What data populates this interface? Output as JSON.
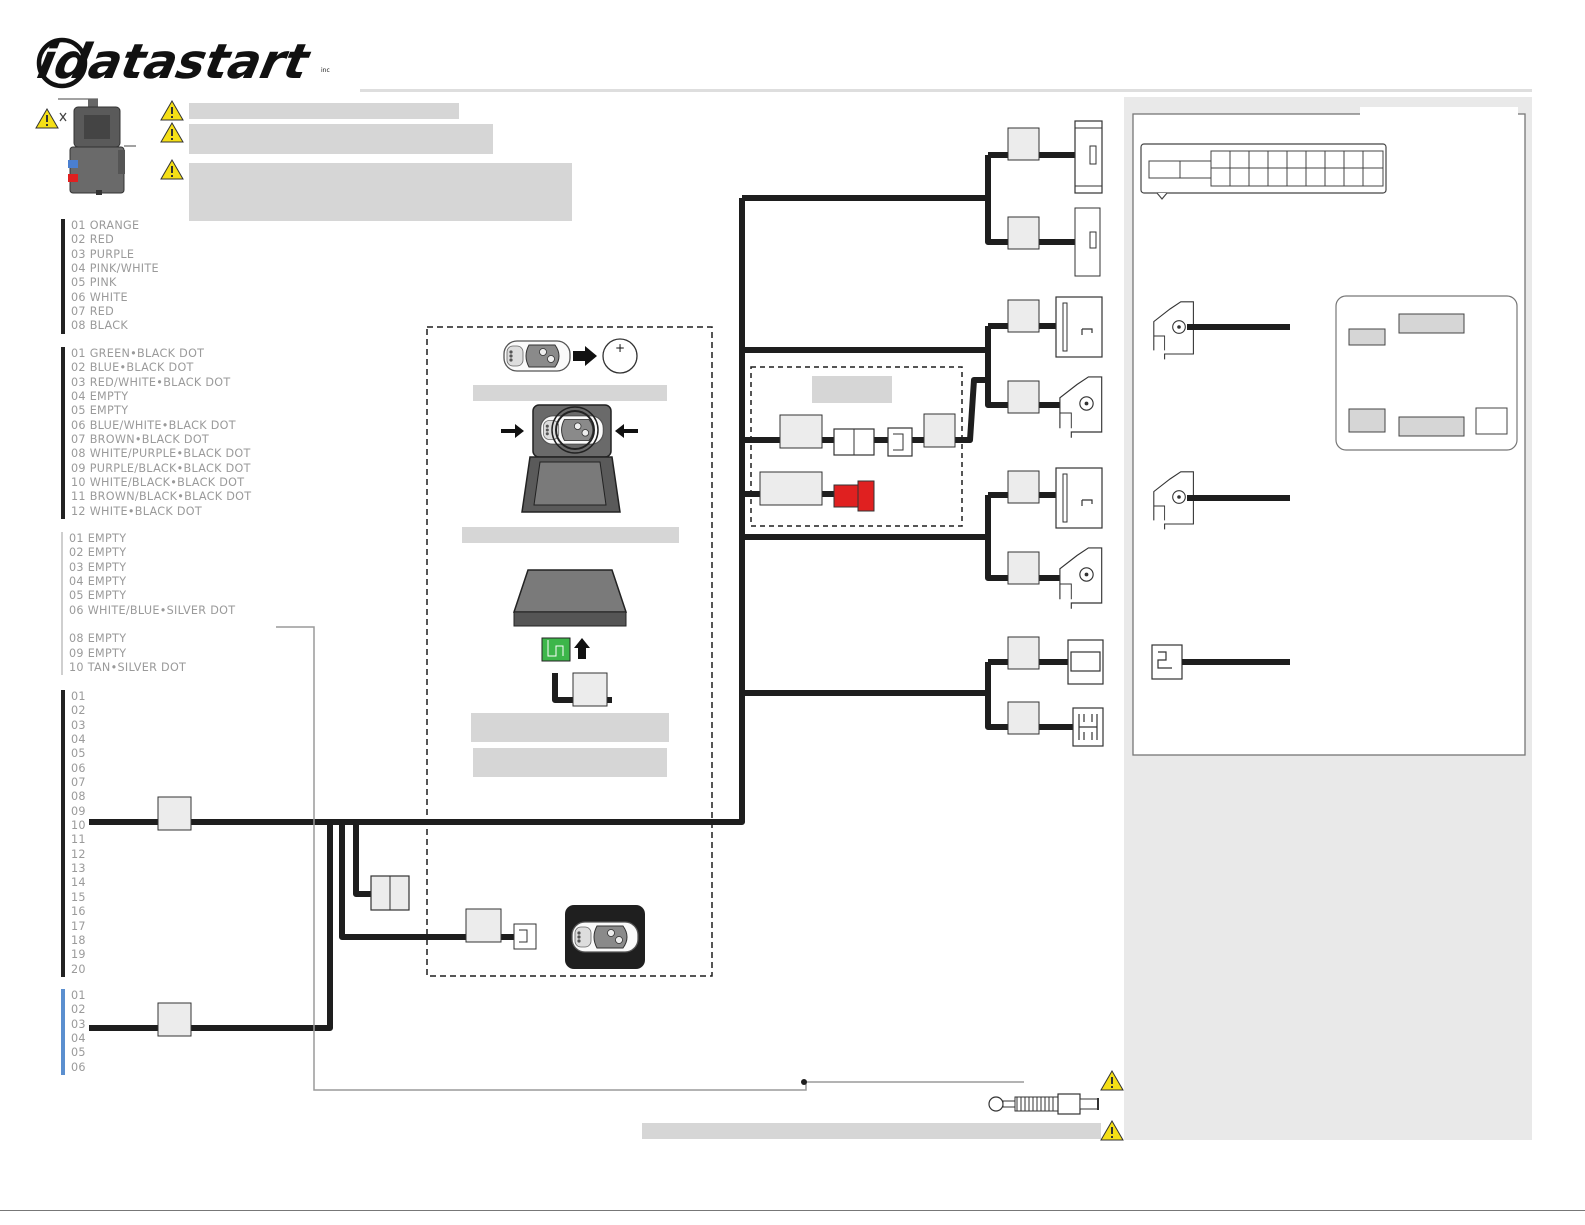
{
  "brand": {
    "logo_text": "idatastart",
    "logo_suffix": "inc"
  },
  "colors": {
    "harness": "#1e1e1e",
    "placeholder": "#d6d6d6",
    "side_panel": "#e9e9e9",
    "warning": "#f5df16",
    "red_connector": "#e02020",
    "green_connector": "#3db64a",
    "blue_bar": "#5b8fcf"
  },
  "connector_a": {
    "pins": [
      "01 ORANGE",
      "02 RED",
      "03 PURPLE",
      "04 PINK/WHITE",
      "05 PINK",
      "06 WHITE",
      "07 RED",
      "08 BLACK"
    ]
  },
  "connector_b": {
    "pins": [
      "01 GREEN•BLACK DOT",
      "02 BLUE•BLACK DOT",
      "03 RED/WHITE•BLACK DOT",
      "04 EMPTY",
      "05 EMPTY",
      "06 BLUE/WHITE•BLACK DOT",
      "07 BROWN•BLACK DOT",
      "08 WHITE/PURPLE•BLACK DOT",
      "09 PURPLE/BLACK•BLACK DOT",
      "10 WHITE/BLACK•BLACK DOT",
      "11 BROWN/BLACK•BLACK DOT",
      "12 WHITE•BLACK DOT"
    ]
  },
  "connector_c": {
    "pins": [
      "01 EMPTY",
      "02 EMPTY",
      "03 EMPTY",
      "04 EMPTY",
      "05 EMPTY",
      "06 WHITE/BLUE•SILVER DOT",
      "",
      "08 EMPTY",
      "09 EMPTY",
      "10 TAN•SILVER DOT"
    ]
  },
  "connector_d": {
    "pins": [
      "01",
      "02",
      "03",
      "04",
      "05",
      "06",
      "07",
      "08",
      "09",
      "10",
      "11",
      "12",
      "13",
      "14",
      "15",
      "16",
      "17",
      "18",
      "19",
      "20"
    ]
  },
  "connector_e": {
    "pins": [
      "01",
      "02",
      "03",
      "04",
      "05",
      "06"
    ]
  },
  "icons": {
    "warning": "warning-triangle-icon",
    "key_fob": "key-fob-icon",
    "battery": "coin-battery-icon",
    "module": "remote-start-module-icon",
    "immobilizer_key": "immobilizer-key-icon"
  }
}
